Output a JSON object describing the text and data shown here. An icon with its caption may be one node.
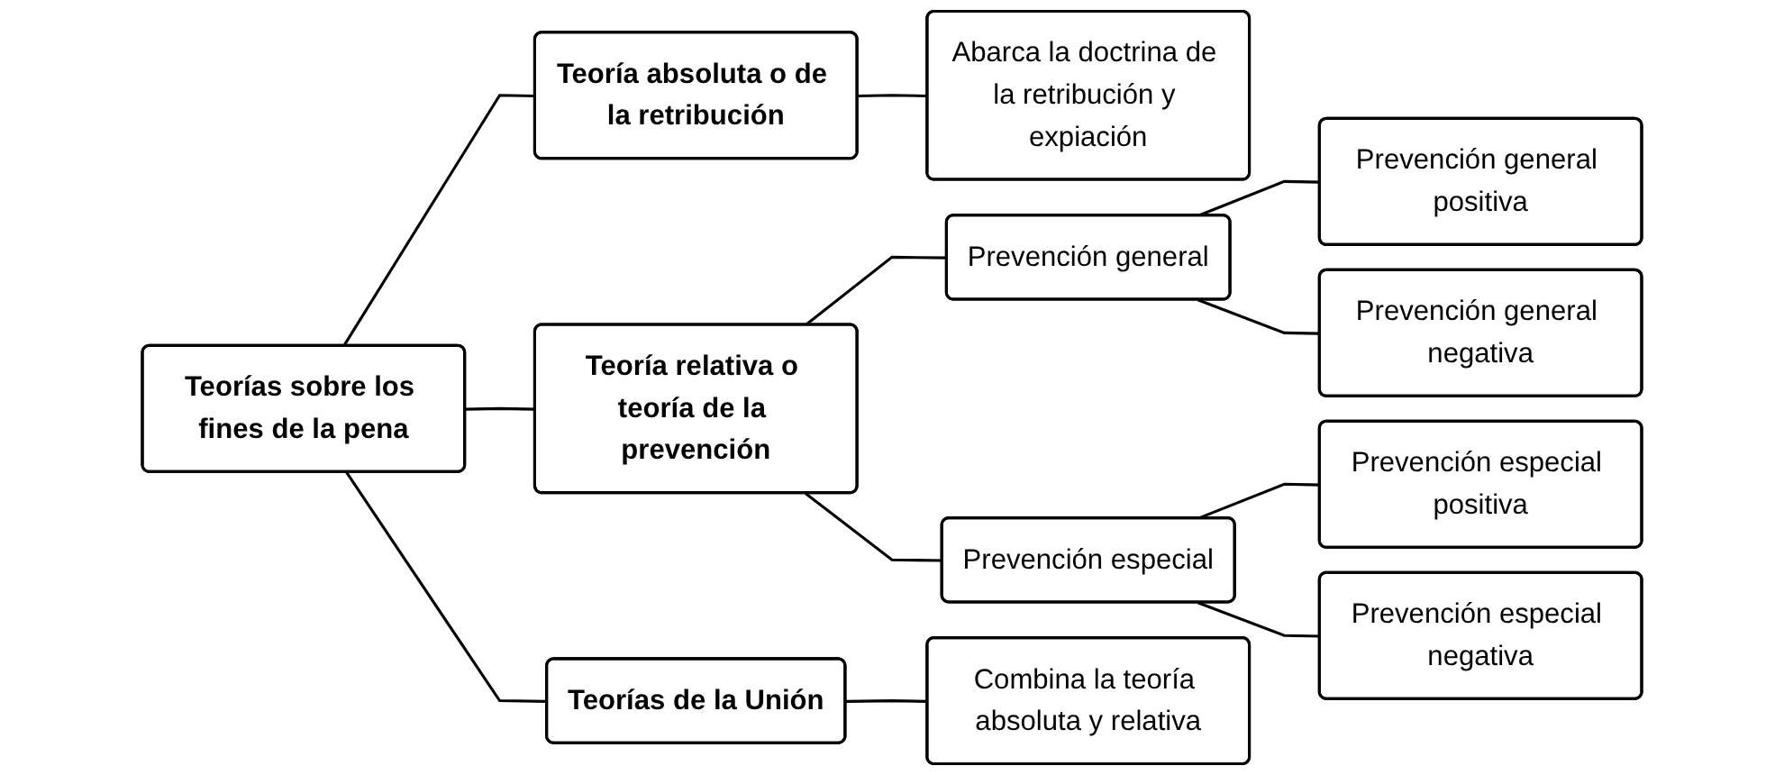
{
  "diagram": {
    "nodes": [
      {
        "text": [
          "Teorías sobre los fines de la pena"
        ]
      },
      {
        "text": [
          "Teoría absoluta o de la retribución"
        ]
      },
      {
        "text": [
          "Abarca la doctrina de la retribución y expiación"
        ]
      },
      {
        "text": [
          "Teoría relativa o teoría de la prevención"
        ]
      },
      {
        "text": [
          "Prevención general"
        ]
      },
      {
        "text": [
          "Prevención general positiva"
        ]
      },
      {
        "text": [
          "Prevención general negativa"
        ]
      },
      {
        "text": [
          "Prevención especial"
        ]
      },
      {
        "text": [
          "Prevención especial positiva"
        ]
      },
      {
        "text": [
          "Prevención especial negativa"
        ]
      },
      {
        "text": [
          "Teorías de la Unión"
        ]
      },
      {
        "text": [
          "Combina la teoría absoluta y relativa"
        ]
      }
    ],
    "edges": [
      {
        "from": 0,
        "to": 1,
        "arrow": "none"
      },
      {
        "from": 1,
        "to": 2,
        "arrow": "none"
      },
      {
        "from": 0,
        "to": 3,
        "arrow": "none"
      },
      {
        "from": 3,
        "to": 4,
        "arrow": "none"
      },
      {
        "from": 4,
        "to": 5,
        "arrow": "none"
      },
      {
        "from": 4,
        "to": 6,
        "arrow": "none"
      },
      {
        "from": 3,
        "to": 7,
        "arrow": "none"
      },
      {
        "from": 7,
        "to": 8,
        "arrow": "none"
      },
      {
        "from": 7,
        "to": 9,
        "arrow": "none"
      },
      {
        "from": 0,
        "to": 10,
        "arrow": "none"
      },
      {
        "from": 10,
        "to": 11,
        "arrow": "none"
      }
    ]
  }
}
